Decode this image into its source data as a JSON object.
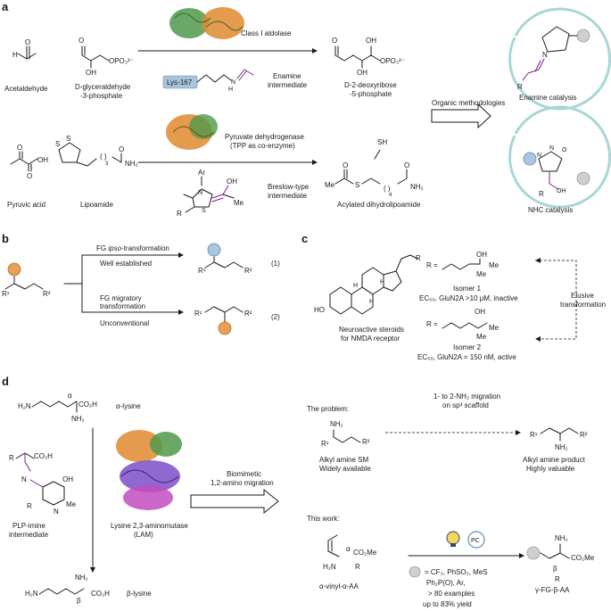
{
  "panels": {
    "a": "a",
    "b": "b",
    "c": "c",
    "d": "d"
  },
  "a": {
    "acetaldehyde": "Acetaldehyde",
    "g3p_line1": "D-glyceraldehyde",
    "g3p_line2": "-3-phosphate",
    "opo3": "OPO₃²⁻",
    "enzyme1": "Class I aldolase",
    "lys": "Lys-167",
    "enamine_int_1": "Enamine",
    "enamine_int_2": "intermediate",
    "product1_line1": "D-2-deoxyribose",
    "product1_line2": "-5-phosphate",
    "pyruvic": "Pyruvic acid",
    "lipoamide": "Lipoamide",
    "enzyme2_line1": "Pyruvate dehydrogenase",
    "enzyme2_line2": "(TPP as co-enzyme)",
    "breslow_1": "Breslow-type",
    "breslow_2": "intermediate",
    "product2": "Acylated dihydrolipoamide",
    "organic": "Organic methodologies",
    "enamine_cat": "Enamine catalysis",
    "nhc_cat": "NHC catalysis"
  },
  "b": {
    "ipso_prefix": "FG ",
    "ipso_italic": "ipso",
    "ipso_suffix": "-transformation",
    "well": "Well established",
    "migr1": "FG migratory",
    "migr2": "transformation",
    "unconv": "Unconventional",
    "eq1": "(1)",
    "eq2": "(2)"
  },
  "c": {
    "steroid_1": "Neuroactive steroids",
    "steroid_2": "for NMDA receptor",
    "r_eq": "R =",
    "isomer1": "Isomer 1",
    "isomer1_act": "EC₅₀, GluN2A >10 μM, inactive",
    "isomer2": "Isomer 2",
    "isomer2_act": "EC₅₀, GluN2A = 150 nM, active",
    "elusive_1": "Elusive",
    "elusive_2": "transformation"
  },
  "d": {
    "alpha_lys": "α-lysine",
    "plp_1": "PLP-imine",
    "plp_2": "intermediate",
    "lam_1": "Lysine 2,3-aminomutase",
    "lam_2": "(LAM)",
    "beta_lys": "β-lysine",
    "biomimetic_1": "Biomimetic",
    "biomimetic_2": "1,2-amino migration",
    "problem": "The problem:",
    "migration_1": "1- to 2-NH₂ migration",
    "migration_2": "on sp³ scaffold",
    "sm_1": "Alkyl amine SM",
    "sm_2": "Widely available",
    "prod_1": "Alkyl amine product",
    "prod_2": "Highly valuable",
    "this_work": "This work:",
    "vinyl": "α-vinyl-α-AA",
    "cond_1": "= CF₃, PhSO₂, MeS",
    "cond_2": "Ph₂P(O), Ar,",
    "cond_3": "> 80 examples",
    "cond_4": "up to 83% yield",
    "gamma": "γ-FG-β-AA",
    "pc": "PC"
  }
}
